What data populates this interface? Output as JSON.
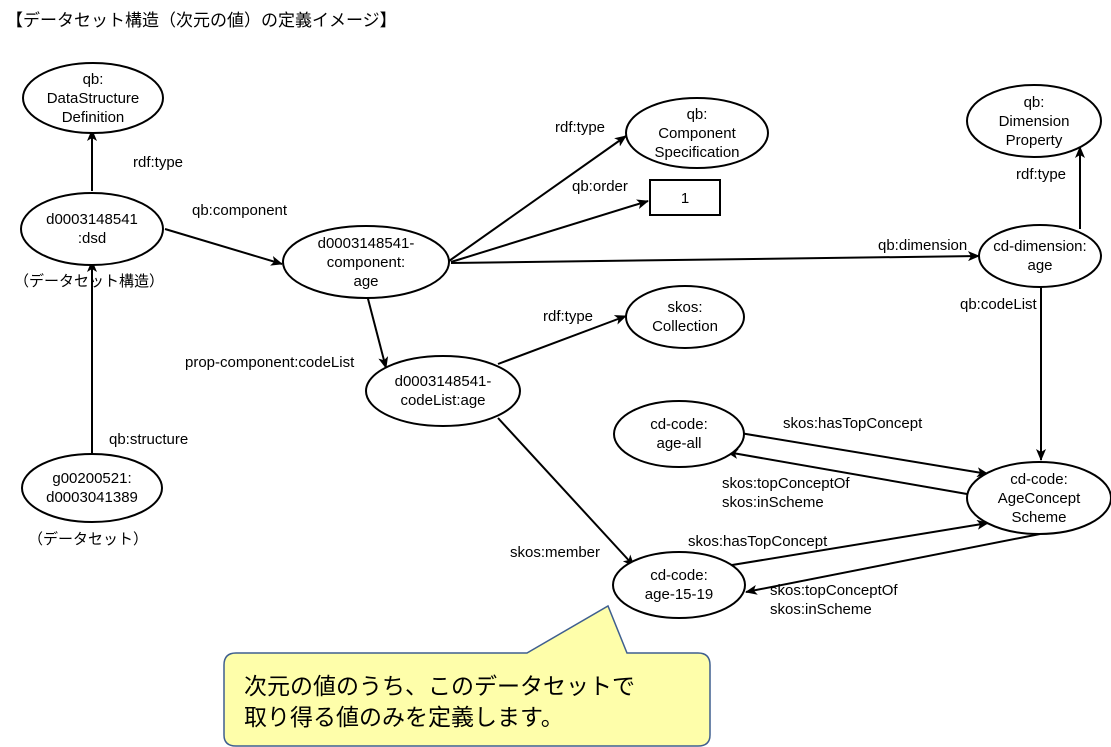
{
  "title": "【データセット構造（次元の値）の定義イメージ】",
  "nodes": {
    "dsd_def": {
      "lines": [
        "qb:",
        "DataStructure",
        "Definition"
      ]
    },
    "dsd": {
      "lines": [
        "d0003148541",
        ":dsd"
      ]
    },
    "dataset": {
      "lines": [
        "g00200521:",
        "d0003041389"
      ]
    },
    "component": {
      "lines": [
        "d0003148541-",
        "component:",
        "age"
      ]
    },
    "comp_spec": {
      "lines": [
        "qb:",
        "Component",
        "Specification"
      ]
    },
    "order_value": {
      "lines": [
        "1"
      ]
    },
    "codelist": {
      "lines": [
        "d0003148541-",
        "codeList:age"
      ]
    },
    "skos_collection": {
      "lines": [
        "skos:",
        "Collection"
      ]
    },
    "dim_prop": {
      "lines": [
        "qb:",
        "Dimension",
        "Property"
      ]
    },
    "cd_dimension": {
      "lines": [
        "cd-dimension:",
        "age"
      ]
    },
    "age_all": {
      "lines": [
        "cd-code:",
        "age-all"
      ]
    },
    "age_scheme": {
      "lines": [
        "cd-code:",
        "AgeConcept",
        "Scheme"
      ]
    },
    "age_15_19": {
      "lines": [
        "cd-code:",
        "age-15-19"
      ]
    }
  },
  "side_labels": {
    "dsd_note": "（データセット構造）",
    "dataset_note": "（データセット）"
  },
  "edge_labels": {
    "dsd_type": "rdf:type",
    "component": "qb:component",
    "structure": "qb:structure",
    "comp_type": "rdf:type",
    "order": "qb:order",
    "dimension": "qb:dimension",
    "dim_type": "rdf:type",
    "codelist_prop": "prop-component:codeList",
    "dim_codelist": "qb:codeList",
    "collection_type": "rdf:type",
    "member": "skos:member",
    "has_top_all": "skos:hasTopConcept",
    "top_of_all": [
      "skos:topConceptOf",
      "skos:inScheme"
    ],
    "has_top_15": "skos:hasTopConcept",
    "top_of_15": [
      "skos:topConceptOf",
      "skos:inScheme"
    ]
  },
  "callout": {
    "lines": [
      "次元の値のうち、このデータセットで",
      "取り得る値のみを定義します。"
    ],
    "fill": "#fefeaa",
    "border": "#3f5f8f"
  }
}
